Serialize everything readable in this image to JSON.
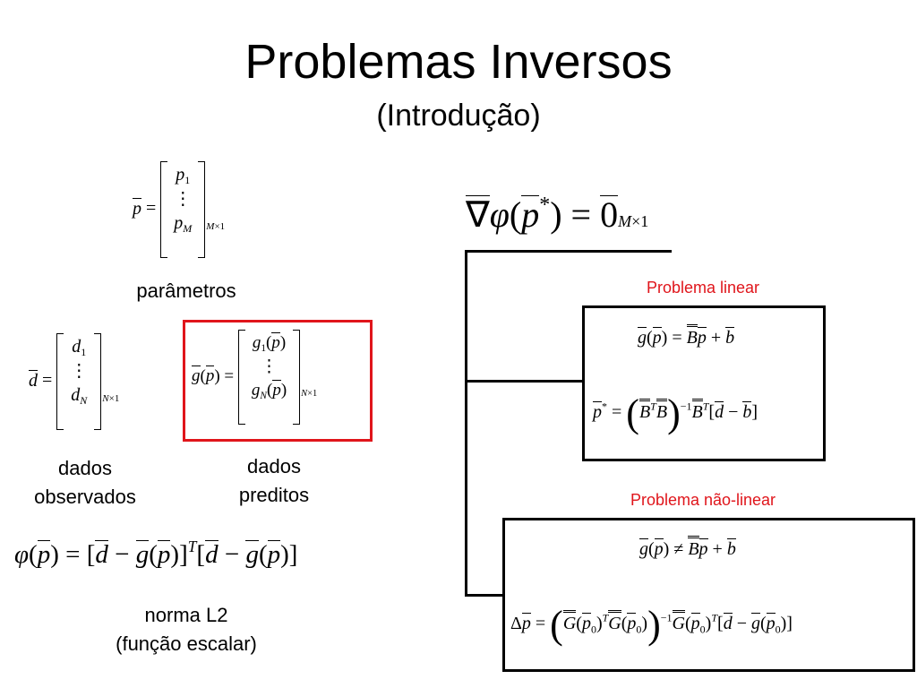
{
  "slide": {
    "title": "Problemas Inversos",
    "subtitle": "(Introdução)"
  },
  "labels": {
    "parameters": "parâmetros",
    "observed_line1": "dados",
    "observed_line2": "observados",
    "predicted_line1": "dados",
    "predicted_line2": "preditos",
    "norm_line1": "norma L2",
    "norm_line2": "(função escalar)",
    "linear_problem": "Problema linear",
    "nonlinear_problem": "Problema não-linear"
  },
  "colors": {
    "accent_red": "#e0151b",
    "text": "#000000",
    "background": "#ffffff"
  }
}
